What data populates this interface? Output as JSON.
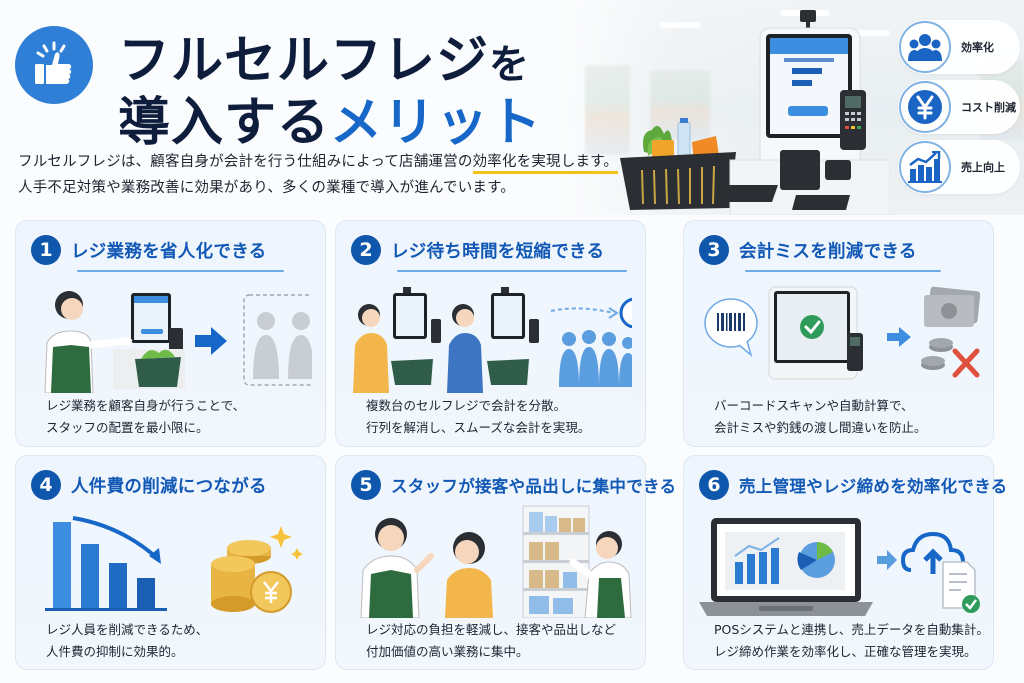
{
  "hero": {
    "title_line1_main": "フルセルフレジ",
    "title_line1_particle": "を",
    "title_line2_main": "導入する",
    "title_line2_accent": "メリット",
    "lead_line1_pre": "フルセルフレジは、顧客自身が会計を行う仕組みによって店舗運営の",
    "lead_line1_highlight": "効率化を実現します。",
    "lead_line2": "人手不足対策や業務改善に効果があり、多くの業種で導入が進んでいます。",
    "badges": [
      {
        "icon": "people-icon",
        "label": "効率化"
      },
      {
        "icon": "yen-icon",
        "label": "コスト削減"
      },
      {
        "icon": "growth-chart-icon",
        "label": "売上向上"
      }
    ]
  },
  "cards": [
    {
      "number": "1",
      "title": "レジ業務を省人化できる",
      "desc_line1": "レジ業務を顧客自身が行うことで、",
      "desc_line2": "スタッフの配置を最小限に。"
    },
    {
      "number": "2",
      "title": "レジ待ち時間を短縮できる",
      "desc_line1": "複数台のセルフレジで会計を分散。",
      "desc_line2": "行列を解消し、スムーズな会計を実現。"
    },
    {
      "number": "3",
      "title": "会計ミスを削減できる",
      "desc_line1": "バーコードスキャンや自動計算で、",
      "desc_line2": "会計ミスや釣銭の渡し間違いを防止。"
    },
    {
      "number": "4",
      "title": "人件費の削減につながる",
      "desc_line1": "レジ人員を削減できるため、",
      "desc_line2": "人件費の抑制に効果的。"
    },
    {
      "number": "5",
      "title": "スタッフが接客や品出しに集中できる",
      "desc_line1": "レジ対応の負担を軽減し、接客や品出しなど",
      "desc_line2": "付加価値の高い業務に集中。"
    },
    {
      "number": "6",
      "title": "売上管理やレジ締めを効率化できる",
      "desc_line1": "POSシステムと連携し、売上データを自動集計。",
      "desc_line2": "レジ締め作業を効率化し、正確な管理を実現。"
    }
  ],
  "colors": {
    "primary": "#0f56ad",
    "accent_title": "#1767c8",
    "title_dark": "#0f1d3d",
    "highlight_underline": "#f3c318",
    "card_bg": "#eef5fd",
    "apron_green": "#2e6b3f",
    "coin_gold": "#e8b443",
    "error_red": "#e0503e",
    "success_green": "#2f9b5a"
  }
}
